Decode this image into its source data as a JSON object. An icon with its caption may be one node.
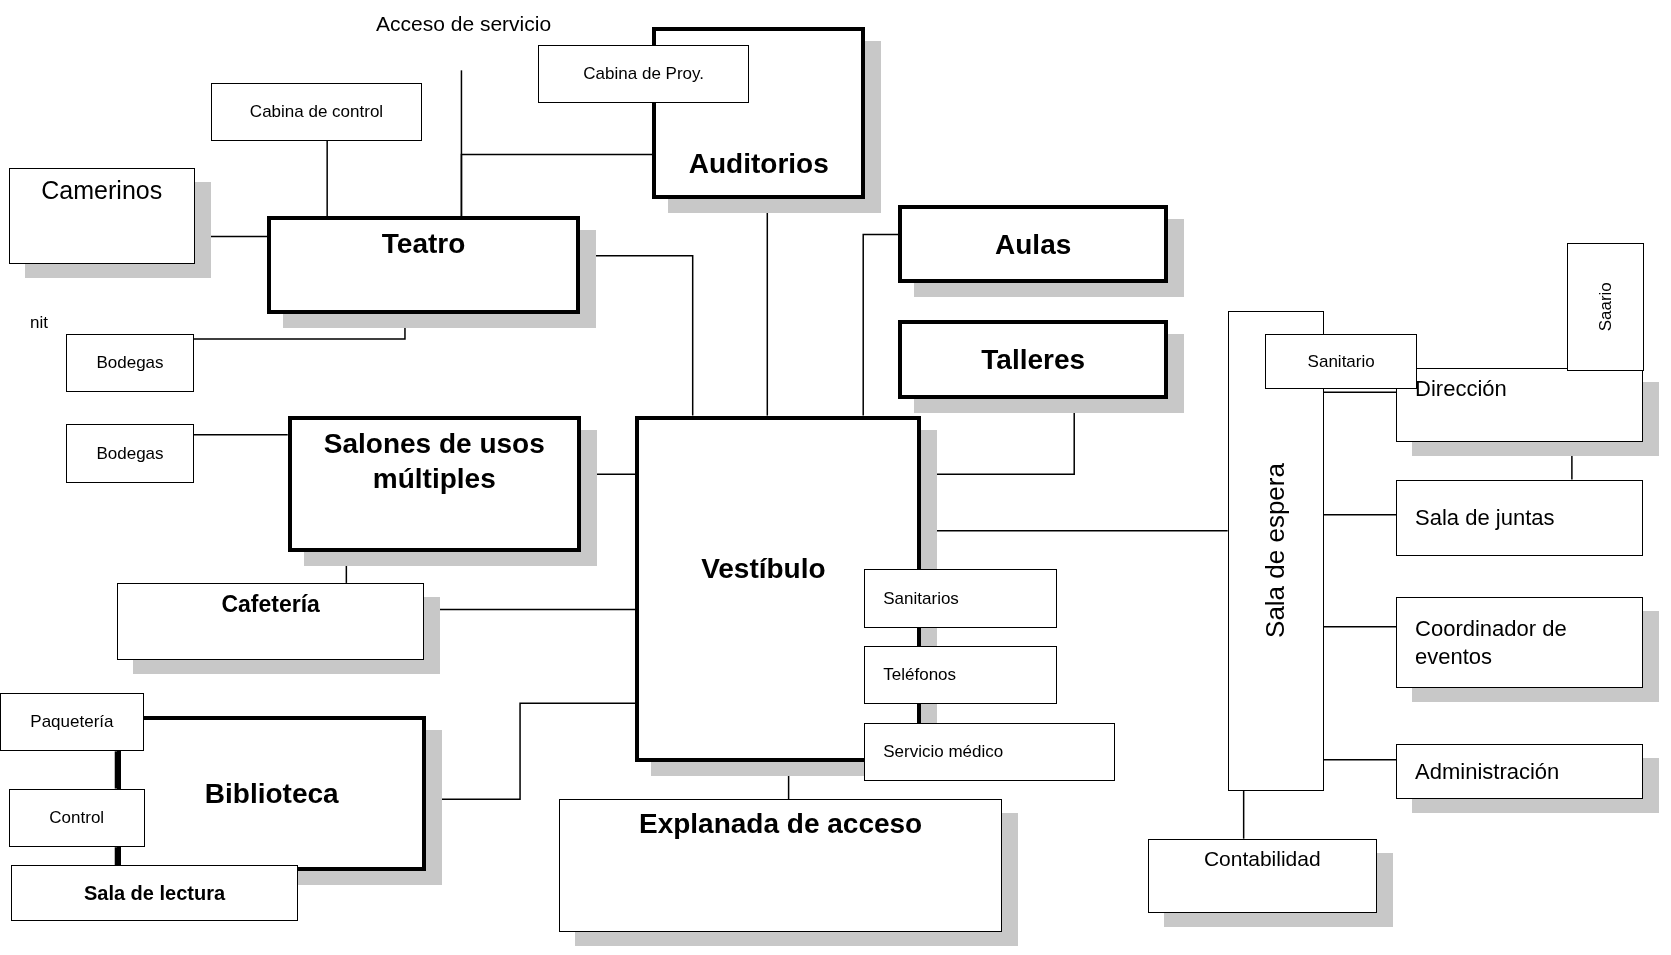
{
  "diagram": {
    "nodes": [
      {
        "text": [
          "Cabina de Proy."
        ]
      },
      {
        "text": [
          "Auditorios"
        ]
      },
      {
        "text": [
          "Acceso de servicio"
        ]
      },
      {
        "text": [
          "Cabina de control"
        ]
      },
      {
        "text": [
          "Camerinos"
        ]
      },
      {
        "text": [
          "Teatro"
        ]
      },
      {
        "text": [
          "Bodegas"
        ]
      },
      {
        "text": [
          "Bodegas"
        ]
      },
      {
        "text": [
          "Salones de usos múltiples"
        ]
      },
      {
        "text": [
          "Cafetería"
        ]
      },
      {
        "text": [
          "Paquetería"
        ]
      },
      {
        "text": [
          "Biblioteca"
        ]
      },
      {
        "text": [
          "Control"
        ]
      },
      {
        "text": [
          "Sala de lectura"
        ]
      },
      {
        "text": [
          "Vestíbulo"
        ]
      },
      {
        "text": [
          "Sanitarios"
        ]
      },
      {
        "text": [
          "Teléfonos"
        ]
      },
      {
        "text": [
          "Servicio médico"
        ]
      },
      {
        "text": [
          "Explanada de acceso"
        ]
      },
      {
        "text": [
          "Aulas"
        ]
      },
      {
        "text": [
          "Talleres"
        ]
      },
      {
        "text": [
          "Sala de espera"
        ]
      },
      {
        "text": [
          "Sanitario"
        ]
      },
      {
        "text": [
          "Saario"
        ]
      },
      {
        "text": [
          "Dirección"
        ]
      },
      {
        "text": [
          "Sala de juntas"
        ]
      },
      {
        "text": [
          "Coordinador de eventos"
        ]
      },
      {
        "text": [
          "Administración"
        ]
      },
      {
        "text": [
          "Contabilidad"
        ]
      }
    ],
    "edges": [
      {
        "from": 3,
        "to": 5,
        "arrow": "none"
      },
      {
        "from": 2,
        "to": 5,
        "arrow": "none"
      },
      {
        "from": 5,
        "to": 1,
        "arrow": "none"
      },
      {
        "from": 4,
        "to": 5,
        "arrow": "none"
      },
      {
        "from": 6,
        "to": 5,
        "arrow": "none"
      },
      {
        "from": 7,
        "to": 8,
        "arrow": "none"
      },
      {
        "from": 8,
        "to": 9,
        "arrow": "none"
      },
      {
        "from": 5,
        "to": 14,
        "arrow": "none"
      },
      {
        "from": 1,
        "to": 14,
        "arrow": "none"
      },
      {
        "from": 19,
        "to": 14,
        "arrow": "none"
      },
      {
        "from": 20,
        "to": 14,
        "arrow": "none"
      },
      {
        "from": 8,
        "to": 14,
        "arrow": "none"
      },
      {
        "from": 9,
        "to": 14,
        "arrow": "none"
      },
      {
        "from": 11,
        "to": 14,
        "arrow": "none"
      },
      {
        "from": 14,
        "to": 18,
        "arrow": "none"
      },
      {
        "from": 14,
        "to": 21,
        "arrow": "none"
      },
      {
        "from": 10,
        "to": 12,
        "arrow": "none",
        "style": "thick"
      },
      {
        "from": 12,
        "to": 13,
        "arrow": "none",
        "style": "thick"
      },
      {
        "from": 21,
        "to": 24,
        "arrow": "none"
      },
      {
        "from": 21,
        "to": 25,
        "arrow": "none"
      },
      {
        "from": 21,
        "to": 26,
        "arrow": "none"
      },
      {
        "from": 21,
        "to": 27,
        "arrow": "none"
      },
      {
        "from": 21,
        "to": 28,
        "arrow": "none"
      },
      {
        "from": 24,
        "to": 25,
        "arrow": "none"
      }
    ],
    "labels": [
      "nit"
    ]
  }
}
